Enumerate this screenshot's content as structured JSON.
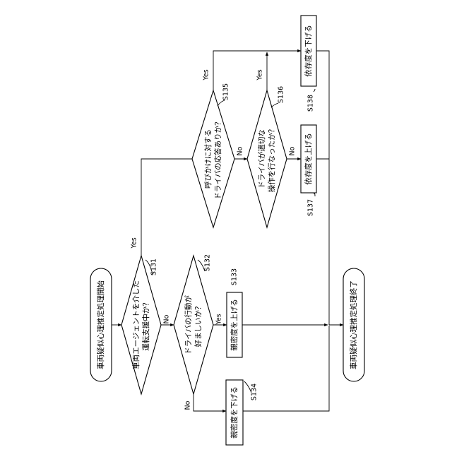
{
  "terminals": {
    "start": "車両疑似心理推定処理開始",
    "end": "車両疑似心理推定処理終了"
  },
  "steps": {
    "s131": {
      "id": "S131",
      "line1": "車両エージェントを介した",
      "line2": "運転支援中か？"
    },
    "s132": {
      "id": "S132",
      "line1": "ドライバの行動が",
      "line2": "好ましいか？"
    },
    "s133": {
      "id": "S133",
      "text": "親密度を上げる"
    },
    "s134": {
      "id": "S134",
      "text": "親密度を下げる"
    },
    "s135": {
      "id": "S135",
      "line1": "呼びかけに対する",
      "line2": "ドライバの応答ありか？"
    },
    "s136": {
      "id": "S136",
      "line1": "ドライバが適切な",
      "line2": "操作を行なったか？"
    },
    "s137": {
      "id": "S137",
      "text": "依存度を上げる"
    },
    "s138": {
      "id": "S138",
      "text": "依存度を下げる"
    }
  },
  "branch_labels": {
    "yes": "Yes",
    "no": "No"
  }
}
